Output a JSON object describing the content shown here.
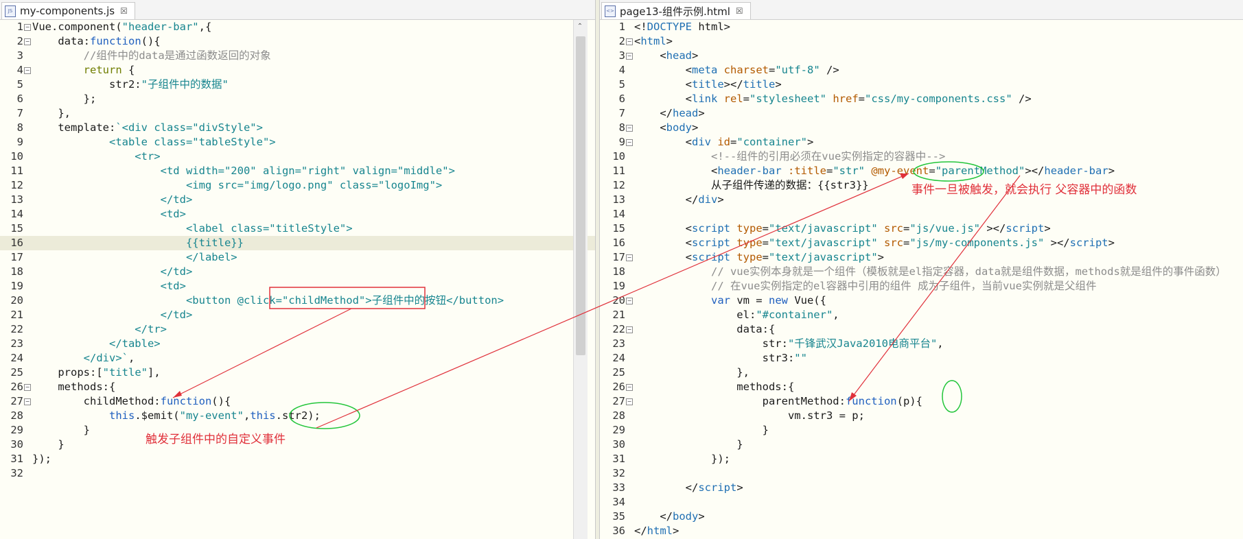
{
  "left_tab": {
    "title": "my-components.js",
    "icon": "js-file-icon"
  },
  "right_tab": {
    "title": "page13-组件示例.html",
    "icon": "html-file-icon"
  },
  "left_code": [
    {
      "n": "1",
      "fold": "−",
      "html": "Vue.component(<span class=\"s\">\"header-bar\"</span>,{"
    },
    {
      "n": "2",
      "fold": "−",
      "html": "    data:<span class=\"kw\">function</span>(){"
    },
    {
      "n": "3",
      "html": "        <span class=\"c\">//组件中的data是通过函数返回的对象</span>"
    },
    {
      "n": "4",
      "fold": "−",
      "html": "        <span class=\"k\">return</span> {"
    },
    {
      "n": "5",
      "html": "            str2:<span class=\"s\">\"子组件中的数据\"</span>"
    },
    {
      "n": "6",
      "html": "        };"
    },
    {
      "n": "7",
      "html": "    },"
    },
    {
      "n": "8",
      "html": "    template:<span class=\"s\">`&lt;div class=\"divStyle\"&gt;</span>"
    },
    {
      "n": "9",
      "html": "<span class=\"s\">            &lt;table class=\"tableStyle\"&gt;</span>"
    },
    {
      "n": "10",
      "html": "<span class=\"s\">                &lt;tr&gt;</span>"
    },
    {
      "n": "11",
      "html": "<span class=\"s\">                    &lt;td width=\"200\" align=\"right\" valign=\"middle\"&gt;</span>"
    },
    {
      "n": "12",
      "html": "<span class=\"s\">                        &lt;img src=\"img/logo.png\" class=\"logoImg\"&gt;</span>"
    },
    {
      "n": "13",
      "html": "<span class=\"s\">                    &lt;/td&gt;</span>"
    },
    {
      "n": "14",
      "html": "<span class=\"s\">                    &lt;td&gt;</span>"
    },
    {
      "n": "15",
      "html": "<span class=\"s\">                        &lt;label class=\"titleStyle\"&gt;</span>"
    },
    {
      "n": "16",
      "hl": true,
      "html": "<span class=\"s\">                        {{title}}</span>"
    },
    {
      "n": "17",
      "html": "<span class=\"s\">                        &lt;/label&gt;</span>"
    },
    {
      "n": "18",
      "html": "<span class=\"s\">                    &lt;/td&gt;</span>"
    },
    {
      "n": "19",
      "html": "<span class=\"s\">                    &lt;td&gt;</span>"
    },
    {
      "n": "20",
      "html": "<span class=\"s\">                        &lt;button @click=\"childMethod\"&gt;子组件中的按钮&lt;/button&gt;</span>"
    },
    {
      "n": "21",
      "html": "<span class=\"s\">                    &lt;/td&gt;</span>"
    },
    {
      "n": "22",
      "html": "<span class=\"s\">                &lt;/tr&gt;</span>"
    },
    {
      "n": "23",
      "html": "<span class=\"s\">            &lt;/table&gt;</span>"
    },
    {
      "n": "24",
      "html": "<span class=\"s\">        &lt;/div&gt;`</span>,"
    },
    {
      "n": "25",
      "html": "    props:[<span class=\"s\">\"title\"</span>],"
    },
    {
      "n": "26",
      "fold": "−",
      "html": "    methods:{"
    },
    {
      "n": "27",
      "fold": "−",
      "html": "        childMethod:<span class=\"kw\">function</span>(){"
    },
    {
      "n": "28",
      "html": "            <span class=\"kw\">this</span>.$emit(<span class=\"s\">\"my-event\"</span>,<span class=\"kw\">this</span>.str2);"
    },
    {
      "n": "29",
      "html": "        }"
    },
    {
      "n": "30",
      "html": "    }"
    },
    {
      "n": "31",
      "html": "});"
    },
    {
      "n": "32",
      "html": ""
    }
  ],
  "right_code": [
    {
      "n": "1",
      "html": "&lt;!<span class=\"t\">DOCTYPE</span> html&gt;"
    },
    {
      "n": "2",
      "fold": "−",
      "html": "&lt;<span class=\"t\">html</span>&gt;"
    },
    {
      "n": "3",
      "fold": "−",
      "html": "    &lt;<span class=\"t\">head</span>&gt;"
    },
    {
      "n": "4",
      "html": "        &lt;<span class=\"t\">meta</span> <span class=\"a\">charset</span>=<span class=\"v\">\"utf-8\"</span> /&gt;"
    },
    {
      "n": "5",
      "html": "        &lt;<span class=\"t\">title</span>&gt;&lt;/<span class=\"t\">title</span>&gt;"
    },
    {
      "n": "6",
      "html": "        &lt;<span class=\"t\">link</span> <span class=\"a\">rel</span>=<span class=\"v\">\"stylesheet\"</span> <span class=\"a\">href</span>=<span class=\"v\">\"css/my-components.css\"</span> /&gt;"
    },
    {
      "n": "7",
      "html": "    &lt;/<span class=\"t\">head</span>&gt;"
    },
    {
      "n": "8",
      "fold": "−",
      "html": "    &lt;<span class=\"t\">body</span>&gt;"
    },
    {
      "n": "9",
      "fold": "−",
      "html": "        &lt;<span class=\"t\">div</span> <span class=\"a\">id</span>=<span class=\"v\">\"container\"</span>&gt;"
    },
    {
      "n": "10",
      "html": "            <span class=\"c\">&lt;!--组件的引用必须在vue实例指定的容器中--&gt;</span>"
    },
    {
      "n": "11",
      "html": "            &lt;<span class=\"t\">header-bar</span> <span class=\"a\">:title</span>=<span class=\"v\">\"str\"</span> <span class=\"a\">@my-event</span>=<span class=\"v\">\"parentMethod\"</span>&gt;&lt;/<span class=\"t\">header-bar</span>&gt;"
    },
    {
      "n": "12",
      "html": "            从子组件传递的数据：{{str3}}"
    },
    {
      "n": "13",
      "html": "        &lt;/<span class=\"t\">div</span>&gt;"
    },
    {
      "n": "14",
      "html": ""
    },
    {
      "n": "15",
      "html": "        &lt;<span class=\"t\">script</span> <span class=\"a\">type</span>=<span class=\"v\">\"text/javascript\"</span> <span class=\"a\">src</span>=<span class=\"v\">\"js/vue.js\"</span> &gt;&lt;/<span class=\"t\">script</span>&gt;"
    },
    {
      "n": "16",
      "html": "        &lt;<span class=\"t\">script</span> <span class=\"a\">type</span>=<span class=\"v\">\"text/javascript\"</span> <span class=\"a\">src</span>=<span class=\"v\">\"js/my-components.js\"</span> &gt;&lt;/<span class=\"t\">script</span>&gt;"
    },
    {
      "n": "17",
      "fold": "−",
      "html": "        &lt;<span class=\"t\">script</span> <span class=\"a\">type</span>=<span class=\"v\">\"text/javascript\"</span>&gt;"
    },
    {
      "n": "18",
      "html": "            <span class=\"c\">// vue实例本身就是一个组件（模板就是el指定容器，data就是组件数据，methods就是组件的事件函数）</span>"
    },
    {
      "n": "19",
      "html": "            <span class=\"c\">// 在vue实例指定的el容器中引用的组件 成为子组件，当前vue实例就是父组件</span>"
    },
    {
      "n": "20",
      "fold": "−",
      "html": "            <span class=\"kw\">var</span> vm = <span class=\"kw\">new</span> Vue({"
    },
    {
      "n": "21",
      "html": "                el:<span class=\"s\">\"#container\"</span>,"
    },
    {
      "n": "22",
      "fold": "−",
      "html": "                data:{"
    },
    {
      "n": "23",
      "html": "                    str:<span class=\"s\">\"千锋武汉Java2010电商平台\"</span>,"
    },
    {
      "n": "24",
      "html": "                    str3:<span class=\"s\">\"\"</span>"
    },
    {
      "n": "25",
      "html": "                },"
    },
    {
      "n": "26",
      "fold": "−",
      "html": "                methods:{"
    },
    {
      "n": "27",
      "fold": "−",
      "html": "                    parentMethod:<span class=\"kw\">function</span>(p){"
    },
    {
      "n": "28",
      "html": "                        vm.str3 = p;"
    },
    {
      "n": "29",
      "html": "                    }"
    },
    {
      "n": "30",
      "html": "                }"
    },
    {
      "n": "31",
      "html": "            });"
    },
    {
      "n": "32",
      "html": ""
    },
    {
      "n": "33",
      "html": "        &lt;/<span class=\"t\">script</span>&gt;"
    },
    {
      "n": "34",
      "html": ""
    },
    {
      "n": "35",
      "html": "    &lt;/<span class=\"t\">body</span>&gt;"
    },
    {
      "n": "36",
      "html": "&lt;/<span class=\"t\">html</span>&gt;"
    }
  ],
  "annotations": {
    "child_note": "触发子组件中的自定义事件",
    "parent_note": "事件一旦被触发，就会执行 父容器中的函数"
  },
  "colors": {
    "annotation": "#e0303a",
    "highlight_ellipse": "#22c53a"
  }
}
